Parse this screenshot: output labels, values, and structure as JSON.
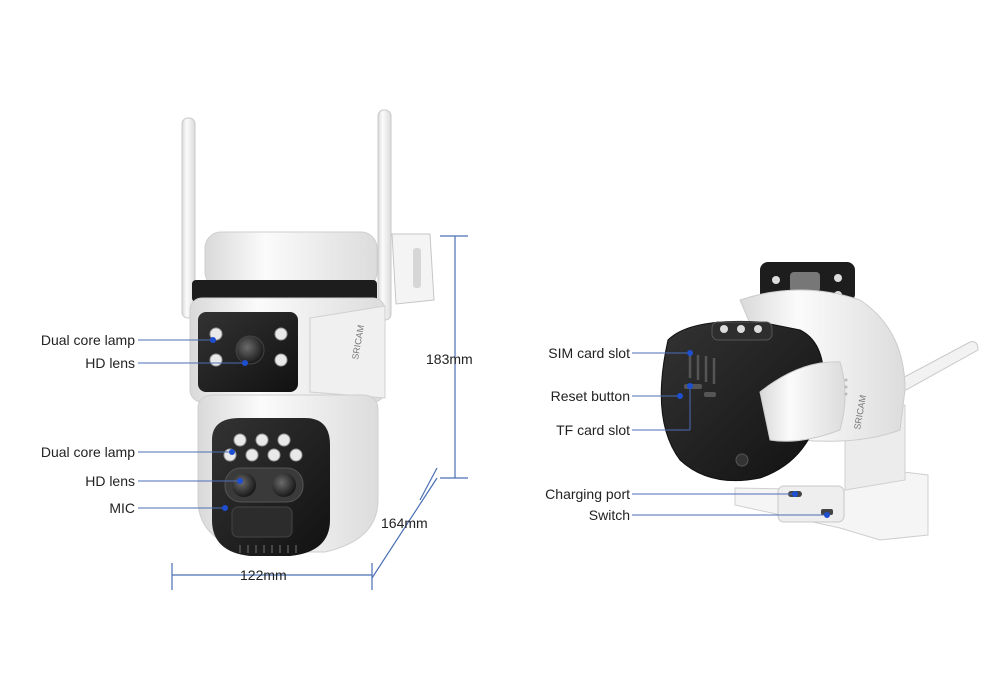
{
  "left_labels": {
    "top_lamp": "Dual core lamp",
    "top_lens": "HD lens",
    "bottom_lamp": "Dual core lamp",
    "bottom_lens": "HD lens",
    "mic": "MIC"
  },
  "dimensions": {
    "height": "183mm",
    "depth": "164mm",
    "width": "122mm"
  },
  "right_labels": {
    "sim": "SIM card slot",
    "reset": "Reset button",
    "tf": "TF card slot",
    "charging": "Charging port",
    "switch": "Switch"
  },
  "brand_mark": "SRICAM",
  "colors": {
    "callout_dot": "#1f4fd1",
    "callout_line": "#4a6fb5",
    "body_white": "#f2f2f2",
    "body_black": "#1e1e1e"
  }
}
